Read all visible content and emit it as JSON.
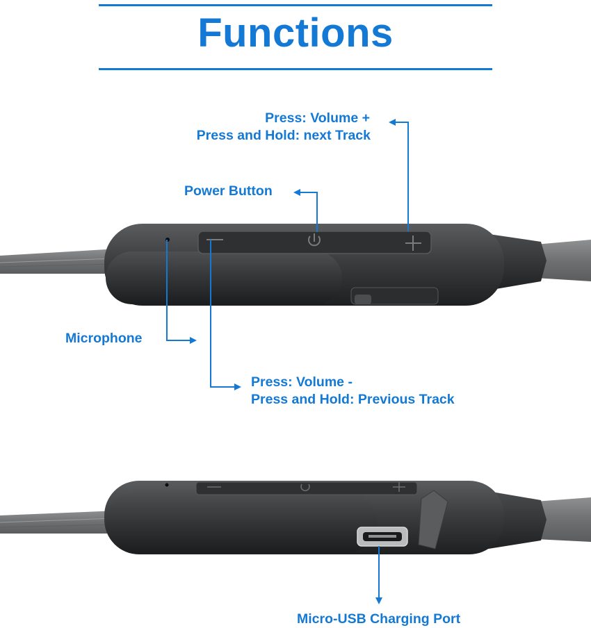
{
  "title": "Functions",
  "labels": {
    "volume_up_line1": "Press: Volume +",
    "volume_up_line2": "Press and Hold: next Track",
    "power_button": "Power Button",
    "microphone": "Microphone",
    "volume_down_line1": "Press: Volume -",
    "volume_down_line2": "Press and Hold: Previous Track",
    "usb_port": "Micro-USB Charging Port"
  },
  "colors": {
    "accent": "#1479d4",
    "device": "#3f4143",
    "cable": "#7a7c7e"
  },
  "icons": [
    "minus-icon",
    "power-icon",
    "plus-icon"
  ]
}
